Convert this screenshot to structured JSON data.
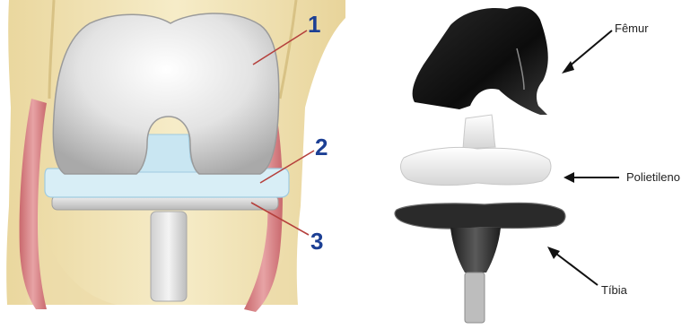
{
  "left_diagram": {
    "callouts": [
      {
        "number": "1"
      },
      {
        "number": "2"
      },
      {
        "number": "3"
      }
    ],
    "colors": {
      "callout_number": "#1c3f94",
      "leader_line": "#b5403c",
      "bone_background": "#f3e6b9",
      "ligament": "#d9868a",
      "femoral_component": "#e6e6e6",
      "polyethylene_insert": "#d6eef6",
      "tibial_tray": "#cfcfcf"
    }
  },
  "right_photo": {
    "labels": {
      "femur": "Fêmur",
      "polyethylene": "Polietileno",
      "tibia": "Tíbia"
    },
    "colors": {
      "femoral_component": "#121212",
      "polyethylene_insert": "#ececec",
      "tibial_component": "#2e2e2e",
      "arrow": "#111111"
    }
  }
}
